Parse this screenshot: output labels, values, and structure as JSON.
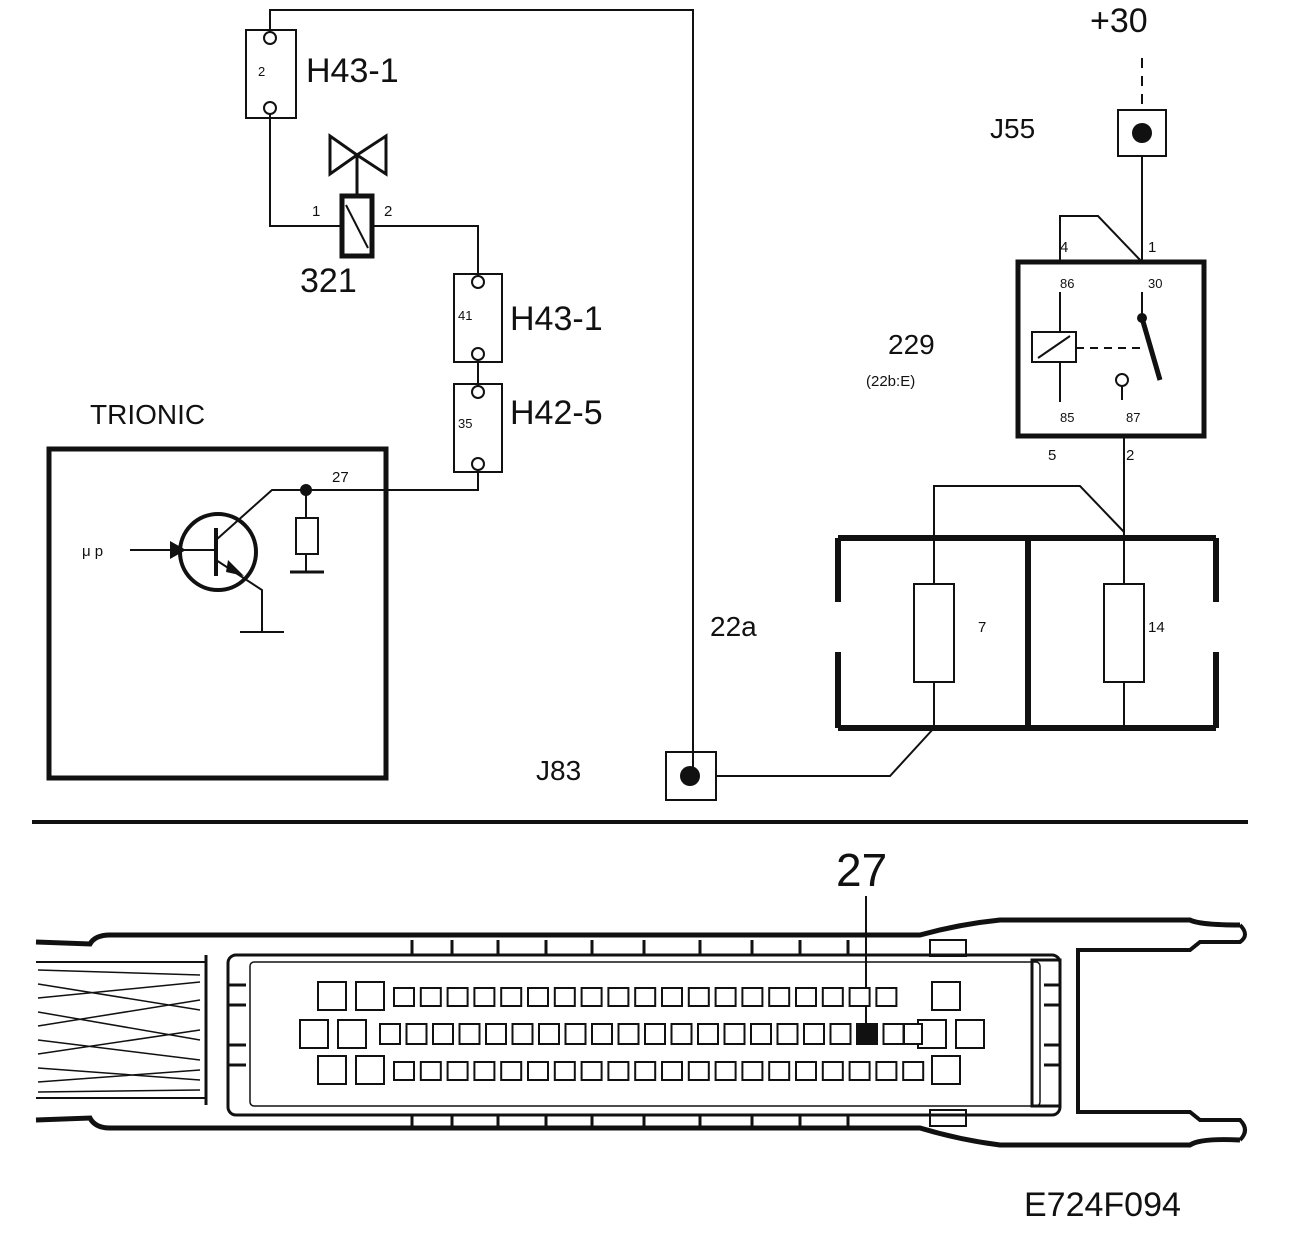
{
  "labels": {
    "h43_1_top": "H43-1",
    "h43_1_mid": "H43-1",
    "h42_5": "H42-5",
    "c321": "321",
    "trionic": "TRIONIC",
    "mu_p": "μ p",
    "pin27_small": "27",
    "c22a": "22a",
    "j83": "J83",
    "j55": "J55",
    "plus30": "+30",
    "c229": "229",
    "c229_sub": "(22b:E)",
    "pin_big_27": "27",
    "figure_code": "E724F094"
  },
  "pins": {
    "h43_top": "2",
    "valve_1": "1",
    "valve_2": "2",
    "h43_mid": "41",
    "h42": "35",
    "relay_4": "4",
    "relay_1": "1",
    "relay_86": "86",
    "relay_30": "30",
    "relay_85": "85",
    "relay_87": "87",
    "relay_5": "5",
    "relay_2": "2",
    "fuse_7": "7",
    "fuse_14": "14"
  }
}
